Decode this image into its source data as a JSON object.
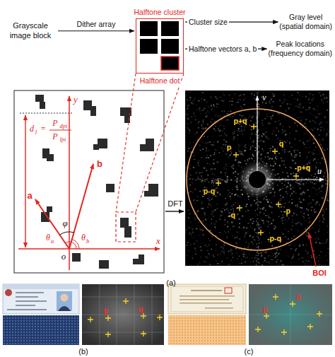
{
  "diagram": {
    "nodes": [
      {
        "text": [
          "Grayscale image block"
        ]
      },
      {
        "text": [
          "Halftone cluster"
        ]
      },
      {
        "text": [
          "Gray level",
          "(spatial domain)"
        ]
      },
      {
        "text": [
          "Peak locations",
          "(frequency domain)"
        ]
      }
    ],
    "edges": [
      {
        "from": 0,
        "to": 1,
        "arrow": "to",
        "label": "Dither array"
      },
      {
        "from": 1,
        "to": 2,
        "arrow": "to",
        "label": "Cluster size"
      },
      {
        "from": 1,
        "to": 3,
        "arrow": "to",
        "label": "Halftone vectors a, b"
      }
    ],
    "labels": [
      "Halftone dot",
      "y",
      "d",
      "l",
      "=",
      "P",
      "dpi",
      "P",
      "lpi",
      "b",
      "φ",
      "θ",
      "b",
      "a",
      "x",
      "θ",
      "a",
      "o",
      "DFT",
      "v",
      "p+q",
      "q",
      "p",
      "-p+q",
      "p-q",
      "u",
      "-q",
      "-p",
      "-p-q",
      "BOI",
      "(a)",
      "p",
      "q",
      "p",
      "q",
      "(b)",
      "(c)"
    ]
  }
}
